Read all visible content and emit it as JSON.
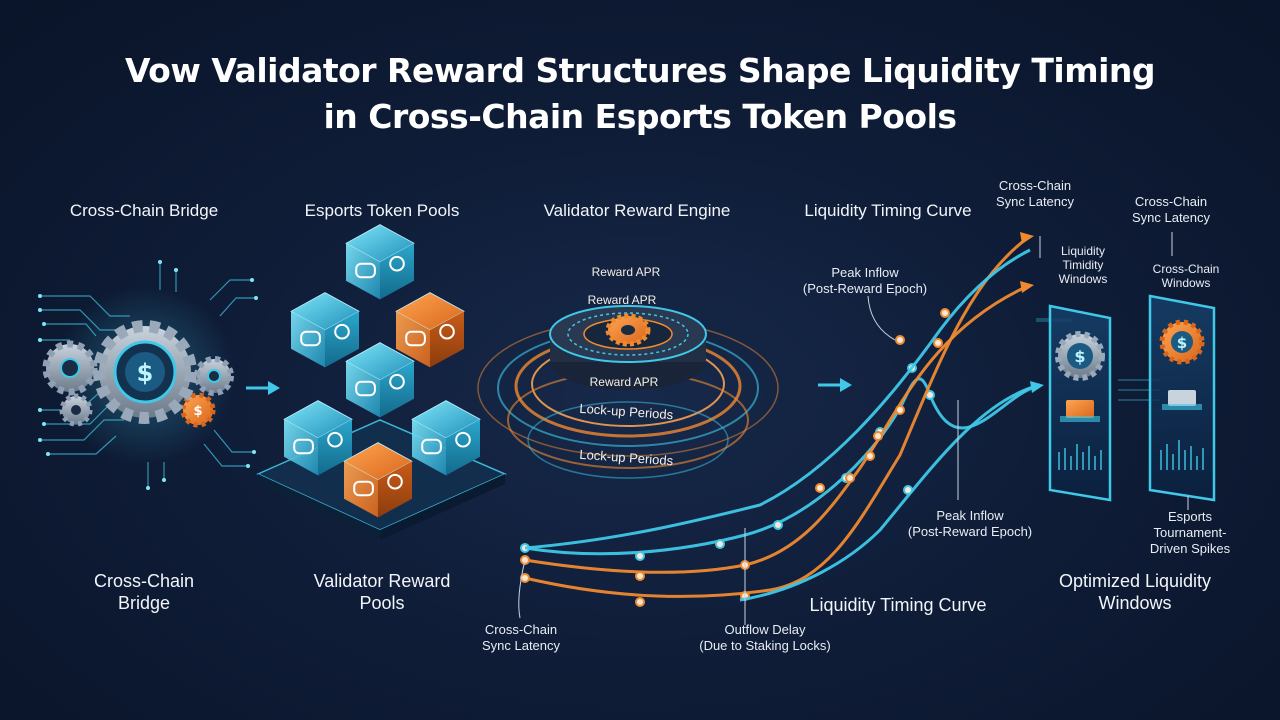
{
  "title": {
    "line1": "Vow Validator Reward Structures Shape Liquidity Timing",
    "line2": "in Cross-Chain Esports Token Pools"
  },
  "stages": [
    {
      "header": "Cross-Chain Bridge",
      "caption": [
        "Cross-Chain",
        "Bridge"
      ]
    },
    {
      "header": "Esports Token Pools",
      "caption": [
        "Validator Reward",
        "Pools"
      ]
    },
    {
      "header": "Validator Reward Engine"
    },
    {
      "header": "Liquidity Timing Curve",
      "caption": [
        "Liquidity Timing Curve"
      ]
    },
    {
      "caption": [
        "Optimized Liquidity",
        "Windows"
      ]
    }
  ],
  "engine_labels": [
    "Reward APR",
    "Reward APR",
    "Reward APR",
    "Lock-up Periods",
    "Lock-up Periods"
  ],
  "annotations": {
    "top_sync_latency": [
      "Cross-Chain",
      "Sync Latency"
    ],
    "peak_inflow_top": [
      "Peak Inflow",
      "(Post-Reward Epoch)"
    ],
    "peak_inflow_bottom": [
      "Peak Inflow",
      "(Post-Reward Epoch)"
    ],
    "bottom_sync_latency": [
      "Cross-Chain",
      "Sync Latency"
    ],
    "outflow_delay": [
      "Outflow Delay",
      "(Due to Staking Locks)"
    ],
    "right_sync_latency": [
      "Cross-Chain",
      "Sync Latency"
    ],
    "window_left": [
      "Liquidity",
      "Timidity",
      "Windows"
    ],
    "window_right": [
      "Cross-Chain",
      "Windows"
    ],
    "tournament_spikes": [
      "Esports",
      "Tournament-",
      "Driven Spikes"
    ]
  },
  "colors": {
    "accent_cyan": "#3fc8e8",
    "accent_orange": "#f08a30",
    "background": "#0f1d38"
  },
  "icons": [
    "gear-icon",
    "dollar-icon",
    "gamepad-icon",
    "shield-icon",
    "trophy-icon",
    "chip-icon",
    "arrow-right-icon"
  ]
}
